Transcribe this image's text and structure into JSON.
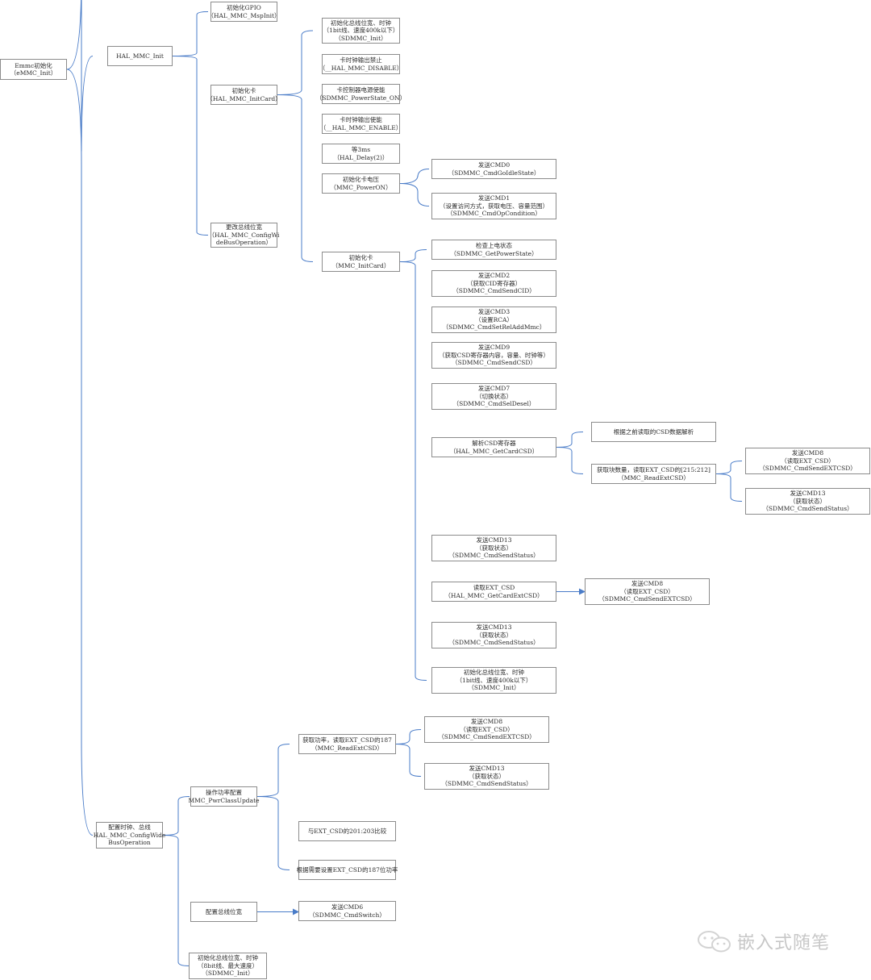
{
  "diagram": {
    "nodes": [
      {
        "id": "n0",
        "lines": [
          "Emmc初始化",
          "（eMMC_Init）"
        ]
      },
      {
        "id": "n1",
        "lines": [
          "HAL_MMC_Init"
        ]
      },
      {
        "id": "n2",
        "lines": [
          "初始化GPIO",
          "（HAL_MMC_MspInit）"
        ]
      },
      {
        "id": "n3",
        "lines": [
          "初始化卡",
          "（HAL_MMC_InitCard）"
        ]
      },
      {
        "id": "n4",
        "lines": [
          "更改总线位宽",
          "（HAL_MMC_ConfigWi",
          "deBusOperation）"
        ]
      },
      {
        "id": "n5",
        "lines": [
          "初始化总线位宽、时钟",
          "（1bit线、速度400k以下）",
          "（SDMMC_Init）"
        ]
      },
      {
        "id": "n6",
        "lines": [
          "卡时钟输出禁止",
          "（__HAL_MMC_DISABLE）"
        ]
      },
      {
        "id": "n7",
        "lines": [
          "卡控制器电源使能",
          "（SDMMC_PowerState_ON）"
        ]
      },
      {
        "id": "n8",
        "lines": [
          "卡时钟输出使能",
          "（__HAL_MMC_ENABLE）"
        ]
      },
      {
        "id": "n9",
        "lines": [
          "等3ms",
          "（HAL_Delay(2)）"
        ]
      },
      {
        "id": "n10",
        "lines": [
          "初始化卡电压",
          "（MMC_PowerON）"
        ]
      },
      {
        "id": "n11",
        "lines": [
          "初始化卡",
          "（MMC_InitCard）"
        ]
      },
      {
        "id": "n12",
        "lines": [
          "发送CMD0",
          "（SDMMC_CmdGoIdleState）"
        ]
      },
      {
        "id": "n13",
        "lines": [
          "发送CMD1",
          "（设置访问方式，获取电压、容量范围）",
          "（SDMMC_CmdOpCondition）"
        ]
      },
      {
        "id": "n14",
        "lines": [
          "检查上电状态",
          "（SDMMC_GetPowerState）"
        ]
      },
      {
        "id": "n15",
        "lines": [
          "发送CMD2",
          "（获取CID寄存器）",
          "（SDMMC_CmdSendCID）"
        ]
      },
      {
        "id": "n16",
        "lines": [
          "发送CMD3",
          "（设置RCA）",
          "（SDMMC_CmdSetRelAddMmc）"
        ]
      },
      {
        "id": "n17",
        "lines": [
          "发送CMD9",
          "（获取CSD寄存器内容，容量、时钟等）",
          "（SDMMC_CmdSendCSD）"
        ]
      },
      {
        "id": "n18",
        "lines": [
          "发送CMD7",
          "（切换状态）",
          "（SDMMC_CmdSelDesel）"
        ]
      },
      {
        "id": "n19",
        "lines": [
          "解析CSD寄存器",
          "（HAL_MMC_GetCardCSD）"
        ]
      },
      {
        "id": "n20",
        "lines": [
          "根据之前读取的CSD数据解析"
        ]
      },
      {
        "id": "n21",
        "lines": [
          "获取块数量，读取EXT_CSD的[215:212]",
          "（MMC_ReadExtCSD）"
        ]
      },
      {
        "id": "n22",
        "lines": [
          "发送CMD8",
          "（读取EXT_CSD）",
          "（SDMMC_CmdSendEXTCSD）"
        ]
      },
      {
        "id": "n23",
        "lines": [
          "发送CMD13",
          "（获取状态）",
          "（SDMMC_CmdSendStatus）"
        ]
      },
      {
        "id": "n24",
        "lines": [
          "发送CMD13",
          "（获取状态）",
          "（SDMMC_CmdSendStatus）"
        ]
      },
      {
        "id": "n25",
        "lines": [
          "读取EXT_CSD",
          "（HAL_MMC_GetCardExtCSD）"
        ]
      },
      {
        "id": "n26",
        "lines": [
          "发送CMD8",
          "（读取EXT_CSD）",
          "（SDMMC_CmdSendEXTCSD）"
        ]
      },
      {
        "id": "n27",
        "lines": [
          "发送CMD13",
          "（获取状态）",
          "（SDMMC_CmdSendStatus）"
        ]
      },
      {
        "id": "n28",
        "lines": [
          "初始化总线位宽、时钟",
          "（1bit线、速度400k以下）",
          "（SDMMC_Init）"
        ]
      },
      {
        "id": "n29",
        "lines": [
          "配置时钟、总线",
          "HAL_MMC_ConfigWide",
          "BusOperation"
        ]
      },
      {
        "id": "n30",
        "lines": [
          "操作功率配置",
          "MMC_PwrClassUpdate"
        ]
      },
      {
        "id": "n31",
        "lines": [
          "获取功率，读取EXT_CSD的187",
          "（MMC_ReadExtCSD）"
        ]
      },
      {
        "id": "n32",
        "lines": [
          "发送CMD8",
          "（读取EXT_CSD）",
          "（SDMMC_CmdSendEXTCSD）"
        ]
      },
      {
        "id": "n33",
        "lines": [
          "发送CMD13",
          "（获取状态）",
          "（SDMMC_CmdSendStatus）"
        ]
      },
      {
        "id": "n34",
        "lines": [
          "与EXT_CSD的201:203比较"
        ]
      },
      {
        "id": "n35",
        "lines": [
          "根据需要设置EXT_CSD的187位功率"
        ]
      },
      {
        "id": "n36",
        "lines": [
          "配置总线位宽"
        ]
      },
      {
        "id": "n37",
        "lines": [
          "发送CMD6",
          "（SDMMC_CmdSwitch）"
        ]
      },
      {
        "id": "n38",
        "lines": [
          "初始化总线位宽、时钟",
          "（8bit线、最大速度）",
          "（SDMMC_Init）"
        ]
      }
    ],
    "brackets": [
      {
        "parent": "n0",
        "children": [
          "n1",
          "n29"
        ]
      },
      {
        "parent": "n1",
        "children": [
          "n2",
          "n3",
          "n4"
        ]
      },
      {
        "parent": "n3",
        "children": [
          "n5",
          "n6",
          "n7",
          "n8",
          "n9",
          "n10",
          "n11"
        ]
      },
      {
        "parent": "n10",
        "children": [
          "n12",
          "n13"
        ]
      },
      {
        "parent": "n11",
        "children": [
          "n14",
          "n15",
          "n16",
          "n17",
          "n18",
          "n19",
          "n24",
          "n25",
          "n27",
          "n28"
        ]
      },
      {
        "parent": "n19",
        "children": [
          "n20",
          "n21"
        ]
      },
      {
        "parent": "n21",
        "children": [
          "n22",
          "n23"
        ]
      },
      {
        "parent": "n29",
        "children": [
          "n30",
          "n36",
          "n38"
        ]
      },
      {
        "parent": "n30",
        "children": [
          "n31",
          "n34",
          "n35"
        ]
      },
      {
        "parent": "n31",
        "children": [
          "n32",
          "n33"
        ]
      }
    ],
    "arrows": [
      {
        "from": "n25",
        "to": "n26"
      },
      {
        "from": "n36",
        "to": "n37"
      }
    ],
    "colors": {
      "connector": "#4a7cc8",
      "border": "#8c8c8c",
      "text": "#2b2b2b"
    }
  },
  "watermark": {
    "text": "嵌入式随笔",
    "icon": "wechat-logo-icon"
  }
}
